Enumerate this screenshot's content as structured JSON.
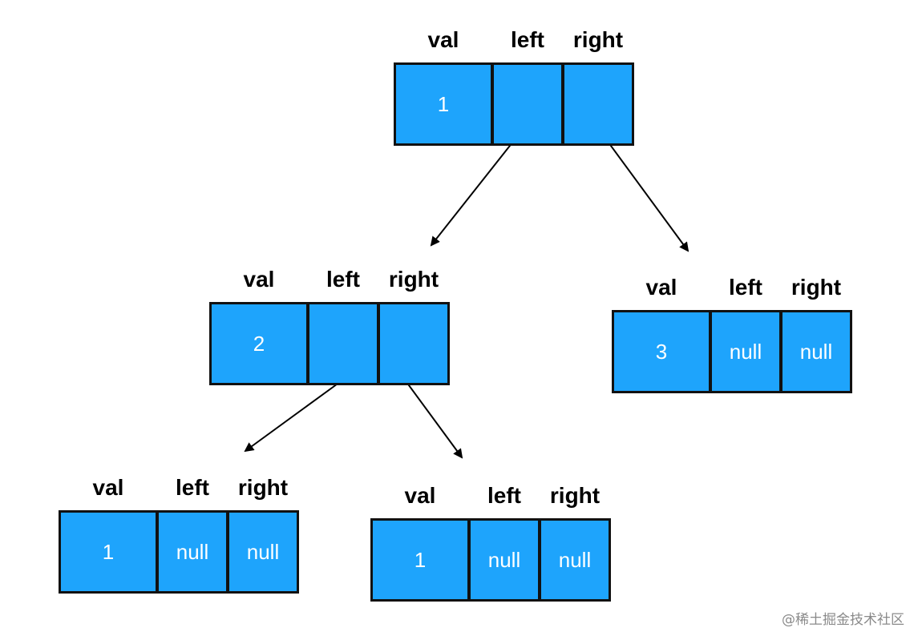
{
  "headers": {
    "val": "val",
    "left": "left",
    "right": "right"
  },
  "nodes": [
    {
      "id": "n1",
      "val": "1",
      "left": "",
      "right": ""
    },
    {
      "id": "n2",
      "val": "2",
      "left": "",
      "right": ""
    },
    {
      "id": "n3",
      "val": "3",
      "left": "null",
      "right": "null"
    },
    {
      "id": "n4",
      "val": "1",
      "left": "null",
      "right": "null"
    },
    {
      "id": "n5",
      "val": "1",
      "left": "null",
      "right": "null"
    }
  ],
  "edges": [
    {
      "from": "n1.left",
      "to": "n2"
    },
    {
      "from": "n1.right",
      "to": "n3"
    },
    {
      "from": "n2.left",
      "to": "n4"
    },
    {
      "from": "n2.right",
      "to": "n5"
    }
  ],
  "colors": {
    "cell_fill": "#1ea4fc",
    "cell_border": "#111111",
    "cell_text": "#ffffff",
    "arrow": "#000000"
  },
  "watermark": "@稀土掘金技术社区"
}
